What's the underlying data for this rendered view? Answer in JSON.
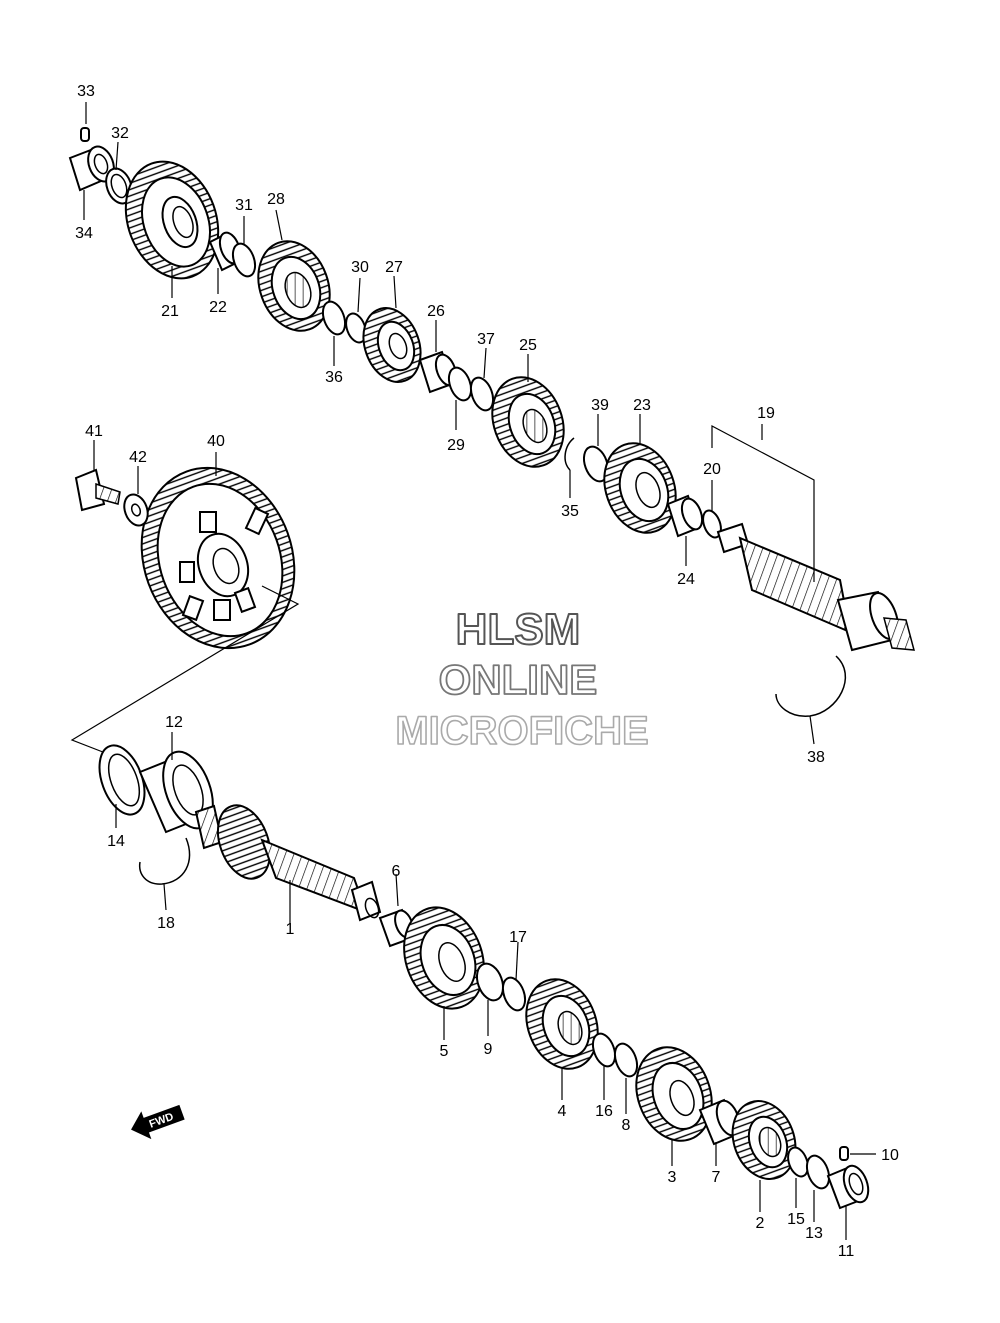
{
  "watermark": {
    "line1": "HLSM",
    "line2": "ONLINE",
    "line3": "MICROFICHE",
    "color": "#666666"
  },
  "fwd_arrow": {
    "label": "FWD",
    "icon": "fwd-arrow-icon"
  },
  "callouts": {
    "c1": "1",
    "c2": "2",
    "c3": "3",
    "c4": "4",
    "c5": "5",
    "c6": "6",
    "c7": "7",
    "c8": "8",
    "c9": "9",
    "c10": "10",
    "c11": "11",
    "c12": "12",
    "c13": "13",
    "c14": "14",
    "c15": "15",
    "c16": "16",
    "c17": "17",
    "c18": "18",
    "c19": "19",
    "c20": "20",
    "c21": "21",
    "c22": "22",
    "c23": "23",
    "c24": "24",
    "c25": "25",
    "c26": "26",
    "c27": "27",
    "c28": "28",
    "c29": "29",
    "c30": "30",
    "c31": "31",
    "c32": "32",
    "c33": "33",
    "c34": "34",
    "c35": "35",
    "c36": "36",
    "c37": "37",
    "c38": "38",
    "c39": "39",
    "c40": "40",
    "c41": "41",
    "c42": "42"
  }
}
